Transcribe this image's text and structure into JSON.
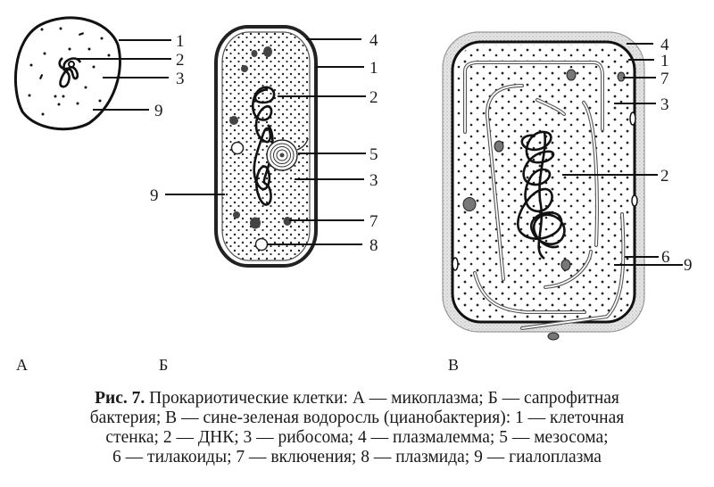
{
  "figure": {
    "panels": [
      {
        "id": "A",
        "label": "А",
        "name": "микоплазма",
        "callouts": [
          "1",
          "2",
          "3",
          "9"
        ]
      },
      {
        "id": "B",
        "label": "Б",
        "name": "сапрофитная бактерия",
        "callouts": [
          "4",
          "1",
          "2",
          "5",
          "3",
          "9",
          "7",
          "8"
        ]
      },
      {
        "id": "V",
        "label": "В",
        "name": "сине-зеленая водоросль (цианобактерия)",
        "callouts": [
          "4",
          "1",
          "7",
          "3",
          "2",
          "6",
          "9"
        ]
      }
    ]
  },
  "caption": {
    "prefix": "Рис. 7.",
    "line1": " Прокариотические клетки: А — микоплазма; Б — сапрофитная",
    "line2": "бактерия; В — сине-зеленая водоросль (цианобактерия): 1 — клеточная",
    "line3": "стенка; 2 — ДНК; 3 — рибосома; 4 — плазмалемма; 5 — мезосома;",
    "line4": "6 — тилакоиды; 7 — включения; 8 — плазмида; 9 — гиалоплазма"
  },
  "legend": [
    {
      "num": "1",
      "term": "клеточная стенка"
    },
    {
      "num": "2",
      "term": "ДНК"
    },
    {
      "num": "3",
      "term": "рибосома"
    },
    {
      "num": "4",
      "term": "плазмалемма"
    },
    {
      "num": "5",
      "term": "мезосома"
    },
    {
      "num": "6",
      "term": "тилакоиды"
    },
    {
      "num": "7",
      "term": "включения"
    },
    {
      "num": "8",
      "term": "плазмида"
    },
    {
      "num": "9",
      "term": "гиалоплазма"
    }
  ]
}
